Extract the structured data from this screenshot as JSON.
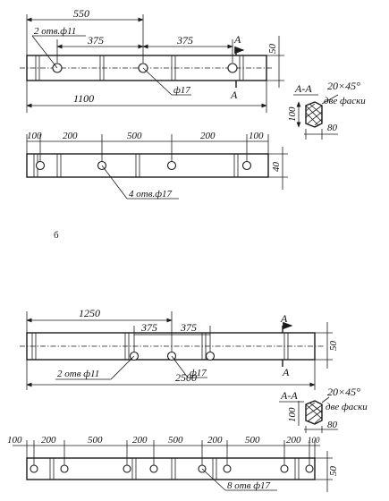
{
  "top_drawing": {
    "dim_550": "550",
    "dim_375_a": "375",
    "dim_375_b": "375",
    "dim_1100": "1100",
    "dim_50": "50",
    "holes_label": "2 отв.ф11",
    "hole_dia_label": "ф17",
    "section_letter_top": "A",
    "section_letter_bottom": "A",
    "plan_dims": [
      "100",
      "200",
      "500",
      "200",
      "100"
    ],
    "dim_40": "40",
    "plan_holes_label": "4 отв.ф17"
  },
  "top_section": {
    "title": "A-A",
    "chamfer": "20×45°",
    "chamfer_note": "две фаски",
    "height": "100",
    "width": "80"
  },
  "variant_label": "б",
  "bottom_drawing": {
    "dim_1250": "1250",
    "dim_375_a": "375",
    "dim_375_b": "375",
    "dim_2500": "2500",
    "dim_50": "50",
    "holes_label": "2 отв ф11",
    "hole_dia_label": "ф17",
    "section_letter_top": "A",
    "section_letter_bottom": "A",
    "plan_dims": [
      "100",
      "200",
      "500",
      "200",
      "500",
      "200",
      "500",
      "200",
      "100"
    ],
    "dim_50_plan": "50",
    "plan_holes_label": "8 отв ф17"
  },
  "bottom_section": {
    "title": "A-A",
    "chamfer": "20×45°",
    "chamfer_note": "две фаски",
    "height": "100",
    "width": "80"
  }
}
